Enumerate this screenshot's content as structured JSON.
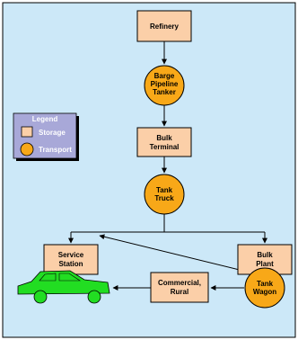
{
  "colors": {
    "background": "#cce8f8",
    "storage": "#fbcfa8",
    "transport": "#f8a818",
    "car": "#22dd22",
    "legend_bg": "#a8a8d8"
  },
  "legend": {
    "title": "Legend",
    "storage_label": "Storage",
    "transport_label": "Transport"
  },
  "nodes": {
    "refinery": "Refinery",
    "barge_line1": "Barge",
    "barge_line2": "Pipeline",
    "barge_line3": "Tanker",
    "bulk_terminal_line1": "Bulk",
    "bulk_terminal_line2": "Terminal",
    "tank_truck_line1": "Tank",
    "tank_truck_line2": "Truck",
    "service_station_line1": "Service",
    "service_station_line2": "Station",
    "bulk_plant_line1": "Bulk",
    "bulk_plant_line2": "Plant",
    "tank_wagon_line1": "Tank",
    "tank_wagon_line2": "Wagon",
    "commercial_line1": "Commercial,",
    "commercial_line2": "Rural"
  },
  "icons": {
    "car": "car-icon"
  }
}
